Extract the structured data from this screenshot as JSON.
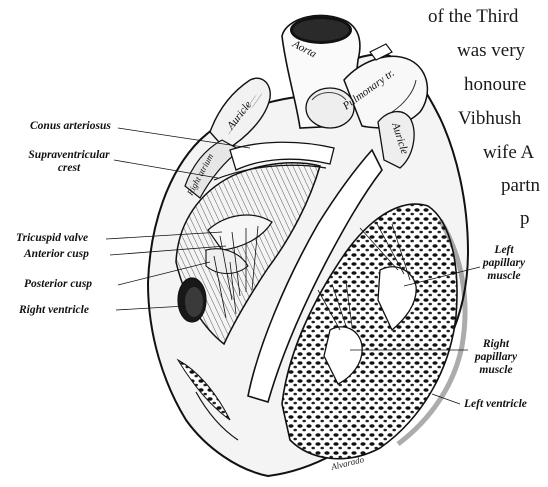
{
  "background_text": {
    "lines": [
      "of the Third",
      "was very",
      "honoure",
      "Vibhush",
      "wife A",
      "partn",
      "p"
    ]
  },
  "diagram": {
    "vessel_labels": {
      "aorta": "Aorta",
      "pulmonary": "Pulmonary tr.",
      "auricle_left": "Auricle",
      "auricle_right": "Auricle",
      "right_atrium": "Right atrium"
    },
    "labels": {
      "conus_arteriosus": "Conus arteriosus",
      "supraventricular_crest": "Supraventricular crest",
      "tricuspid_valve": "Tricuspid valve",
      "anterior_cusp": "Anterior cusp",
      "posterior_cusp": "Posterior cusp",
      "right_ventricle": "Right ventricle",
      "left_papillary_muscle": "Left papillary muscle",
      "right_papillary_muscle": "Right papillary muscle",
      "left_ventricle": "Left ventricle"
    },
    "signature": "Alvarado"
  }
}
